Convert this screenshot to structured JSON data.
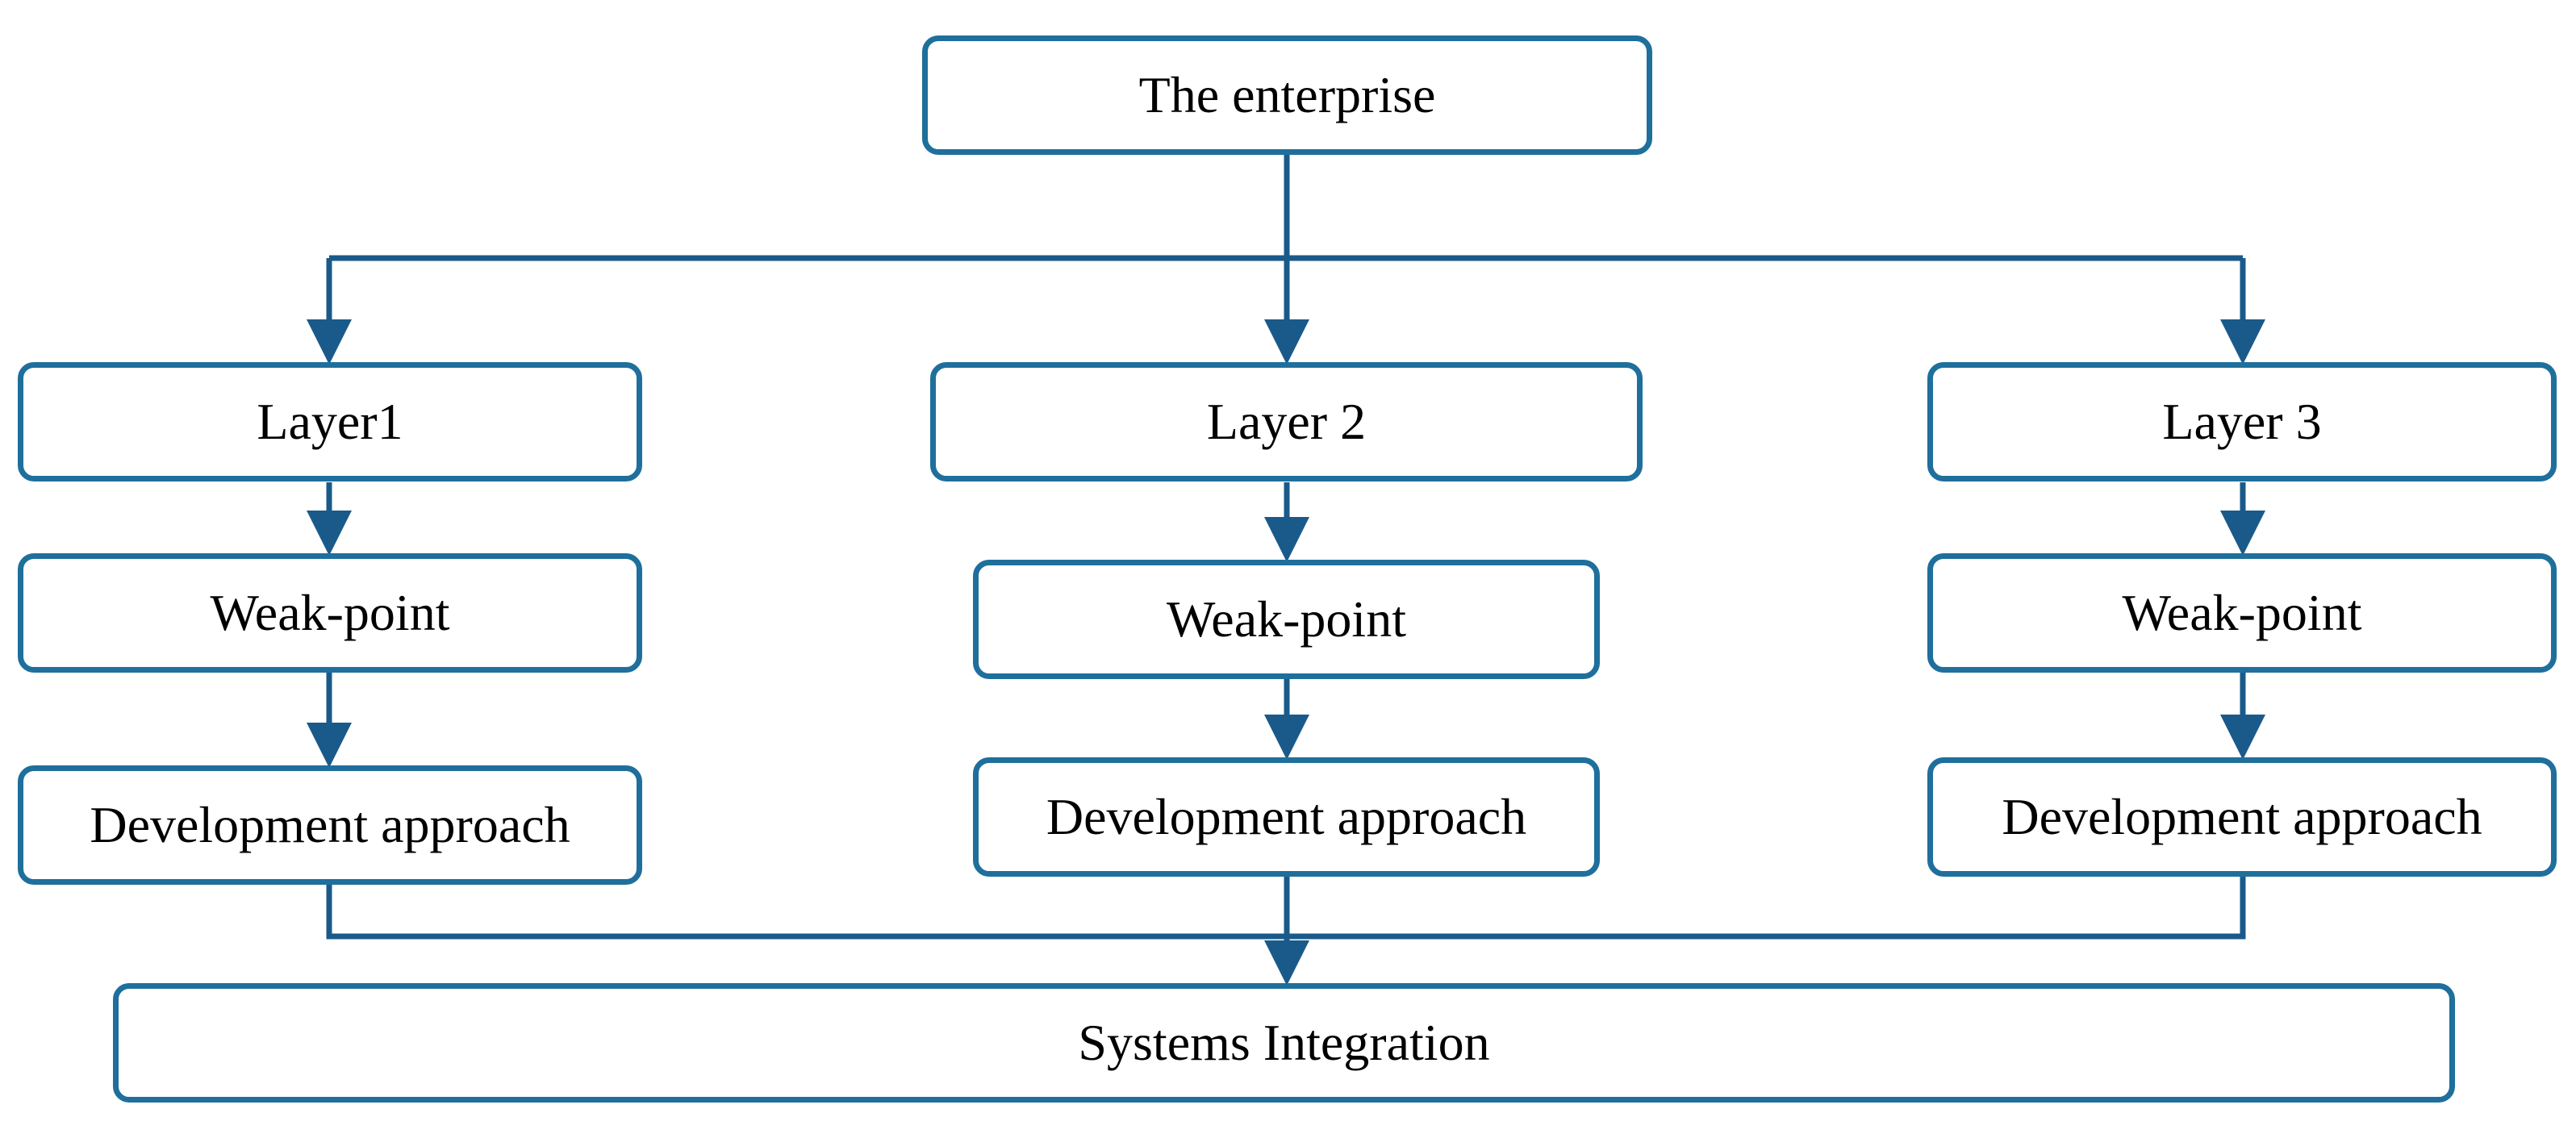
{
  "colors": {
    "box_border": "#1f6f9c",
    "connector": "#1a5a8a",
    "text": "#000000",
    "background": "#ffffff"
  },
  "diagram": {
    "root": "The enterprise",
    "columns": [
      {
        "layer": "Layer1",
        "weak_point": "Weak-point",
        "approach": "Development approach"
      },
      {
        "layer": "Layer 2",
        "weak_point": "Weak-point",
        "approach": "Development approach"
      },
      {
        "layer": "Layer 3",
        "weak_point": "Weak-point",
        "approach": "Development approach"
      }
    ],
    "bottom": "Systems Integration"
  }
}
